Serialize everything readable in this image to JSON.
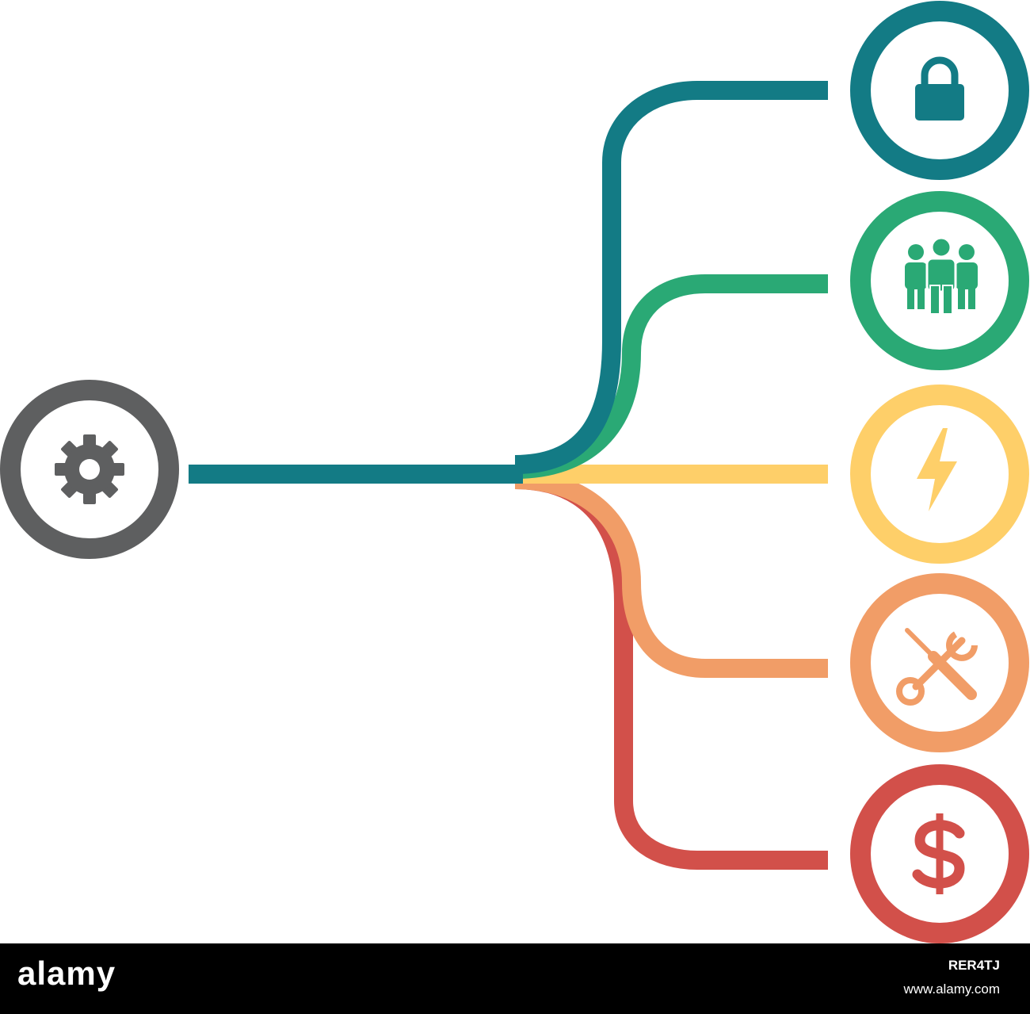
{
  "colors": {
    "background": "#ffffff",
    "hub": "#5e5f60",
    "teal": "#137b85",
    "green": "#2aa975",
    "yellow": "#fecf69",
    "orange": "#f19d67",
    "red": "#d2504a",
    "footer": "#000000"
  },
  "diagram": {
    "hub": {
      "icon": "gear-icon",
      "color": "#5e5f60"
    },
    "branches": [
      {
        "icon": "lock-icon",
        "color": "#137b85"
      },
      {
        "icon": "team-icon",
        "color": "#2aa975"
      },
      {
        "icon": "lightning-icon",
        "color": "#fecf69"
      },
      {
        "icon": "tools-icon",
        "color": "#f19d67"
      },
      {
        "icon": "dollar-icon",
        "color": "#d2504a"
      }
    ]
  },
  "footer": {
    "logo": "alamy",
    "image_id": "RER4TJ",
    "url": "www.alamy.com"
  }
}
